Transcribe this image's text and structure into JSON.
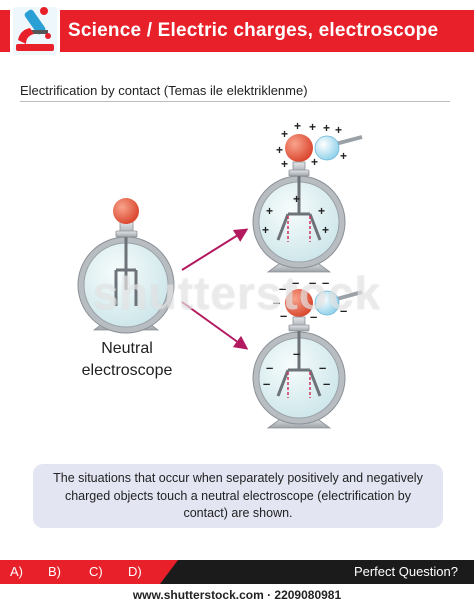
{
  "header": {
    "title": "Science / Electric charges, electroscope",
    "logo_icon": "microscope-icon"
  },
  "subtitle": "Electrification by contact (Temas ile elektriklenme)",
  "diagram": {
    "neutral_label_line1": "Neutral",
    "neutral_label_line2": "electroscope",
    "positive_sign": "+",
    "negative_sign": "–",
    "colors": {
      "knob": "#e4583f",
      "rod_ball": "#bfe7f5",
      "glass": "#dff1f2",
      "metal": "#bfc4c8",
      "arrow": "#b3195f",
      "leaf_dashed": "#d0335a"
    }
  },
  "watermark": "shutterstock",
  "info_text": "The situations that occur when separately positively and negatively charged objects touch a neutral electroscope (electrification by contact) are shown.",
  "footer": {
    "options": [
      "A)",
      "B)",
      "C)",
      "D)"
    ],
    "right_text": "Perfect Question?"
  },
  "credit": "www.shutterstock.com · 2209080981"
}
